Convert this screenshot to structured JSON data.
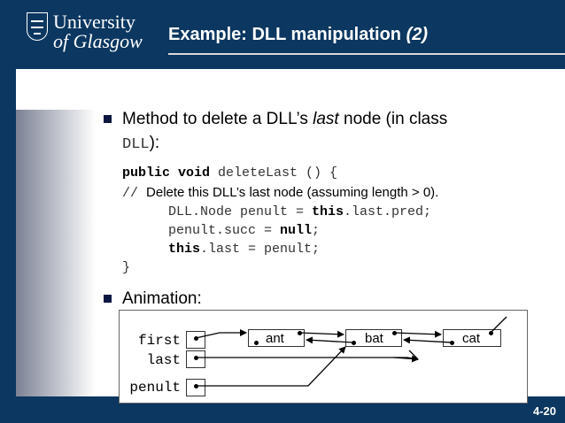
{
  "header": {
    "logo_line1": "University",
    "logo_line2": "of Glasgow",
    "title_main": "Example: DLL manipulation ",
    "title_italic": "(2)"
  },
  "bullets": [
    {
      "part1": "Method to delete a DLL’s ",
      "part_italic": "last",
      "part2": " node (in class",
      "line2_code": "DLL",
      "line2_end": "):"
    },
    {
      "text": "Animation:"
    }
  ],
  "code": {
    "line1_kw": "public void",
    "line1_rest": " deleteLast () {",
    "line2_prefix": "// ",
    "line2_comment": "Delete this DLL’s last node (assuming length > 0).",
    "line3_pre": "DLL.Node penult = ",
    "line3_kw": "this",
    "line3_post": ".last.pred;",
    "line4_pre": "penult.succ = ",
    "line4_kw": "null",
    "line4_post": ";",
    "line5_kw": "this",
    "line5_post": ".last = penult;",
    "line6": "}"
  },
  "animation": {
    "vars": [
      "first",
      "last",
      "penult"
    ],
    "nodes": [
      "ant",
      "bat",
      "cat"
    ]
  },
  "page_number": "4-20",
  "colors": {
    "header_bg": "#0b3760",
    "bullet": "#0b1640"
  },
  "icons": {
    "logo": "university-crest-icon",
    "bullet": "square-bullet-icon"
  }
}
